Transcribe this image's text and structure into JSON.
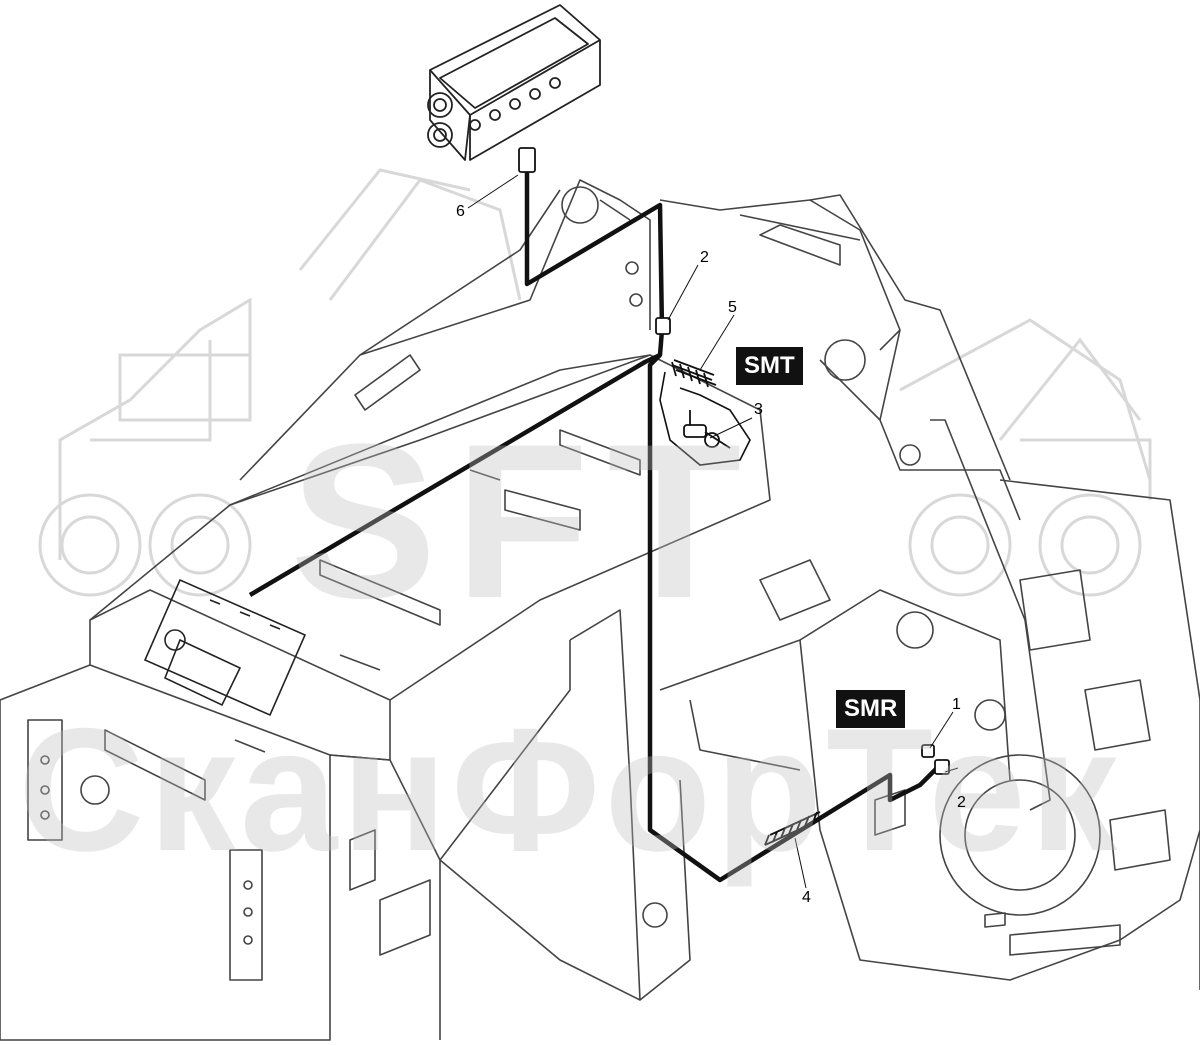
{
  "watermarks": {
    "logo_text": "SFT",
    "brand_text": "СканФорТек"
  },
  "tags": {
    "smt": "SMT",
    "smr": "SMR"
  },
  "callouts": {
    "c1": "1",
    "c2_top": "2",
    "c2_bottom": "2",
    "c3": "3",
    "c4": "4",
    "c5": "5",
    "c6": "6"
  },
  "colors": {
    "line": "#111111",
    "outline": "#555555",
    "watermark": "#cfcfcf",
    "tag_bg": "#111111",
    "tag_text": "#ffffff"
  }
}
